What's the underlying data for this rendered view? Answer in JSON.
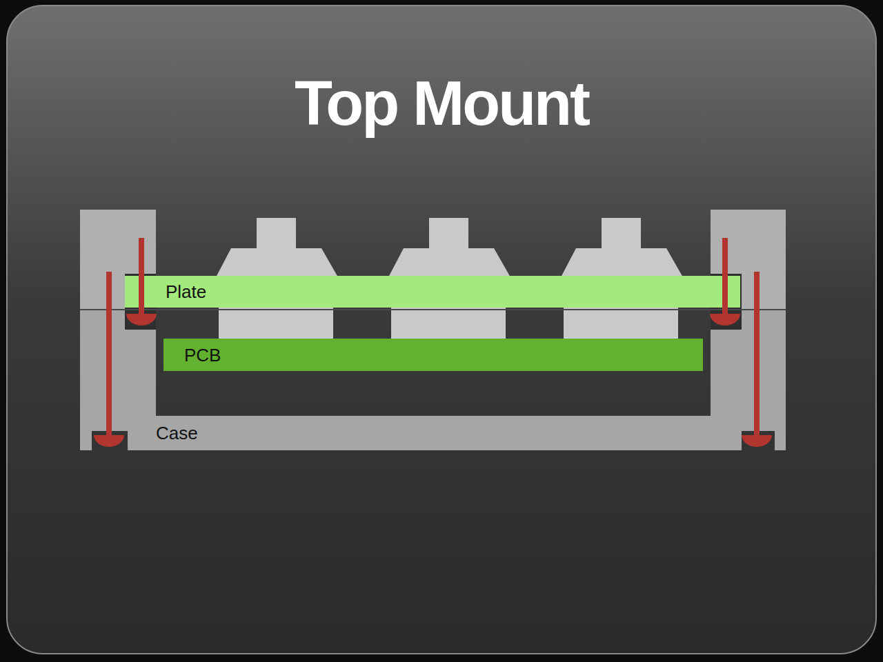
{
  "diagram": {
    "title": "Top Mount",
    "nodes": [
      {
        "text": [
          "Case"
        ]
      },
      {
        "text": [
          "Plate"
        ],
        "in": 0
      },
      {
        "text": [
          "PCB"
        ],
        "in": 0
      }
    ]
  }
}
